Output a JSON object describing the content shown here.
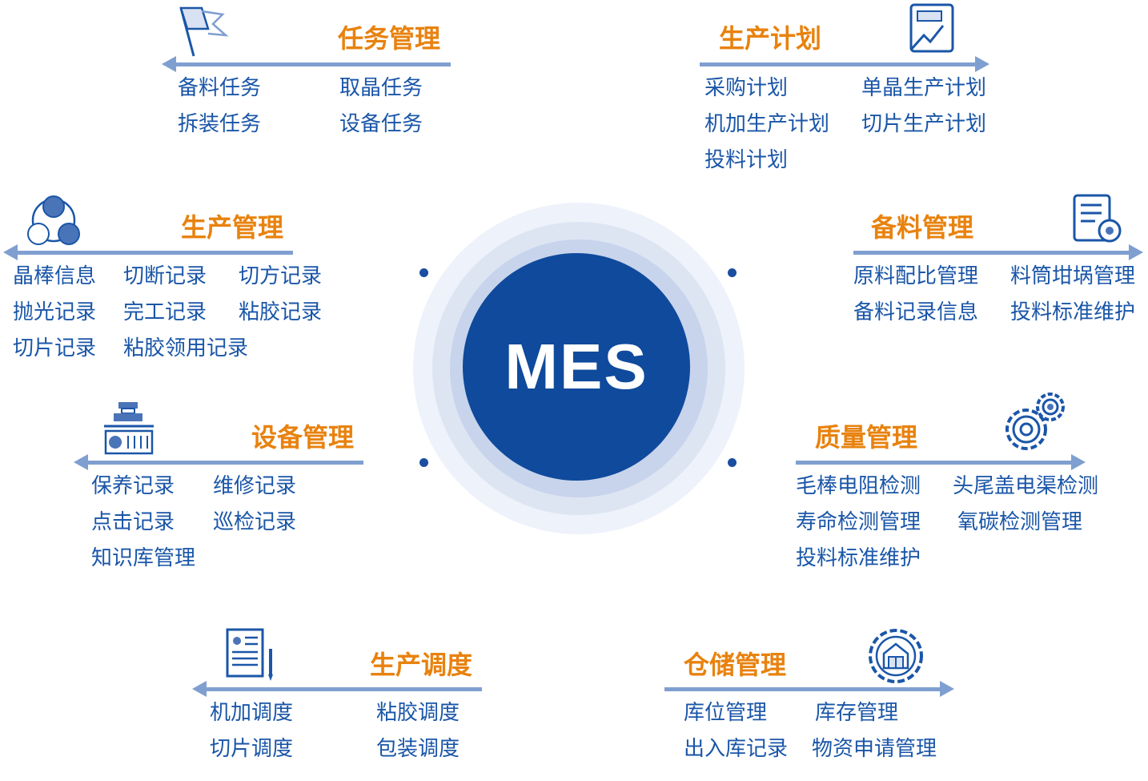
{
  "center": {
    "label": "MES"
  },
  "modules": {
    "task": {
      "title": "任务管理",
      "items": [
        "备料任务",
        "取晶任务",
        "拆装任务",
        "设备任务"
      ]
    },
    "plan": {
      "title": "生产计划",
      "items": [
        "采购计划",
        "单晶生产计划",
        "机加生产计划",
        "切片生产计划",
        "投料计划"
      ]
    },
    "production": {
      "title": "生产管理",
      "items": [
        "晶棒信息",
        "切断记录",
        "切方记录",
        "抛光记录",
        "完工记录",
        "粘胶记录",
        "切片记录",
        "粘胶领用记录"
      ]
    },
    "material": {
      "title": "备料管理",
      "items": [
        "原料配比管理",
        "料筒坩埚管理",
        "备料记录信息",
        "投料标准维护"
      ]
    },
    "equipment": {
      "title": "设备管理",
      "items": [
        "保养记录",
        "维修记录",
        "点击记录",
        "巡检记录",
        "知识库管理"
      ]
    },
    "quality": {
      "title": "质量管理",
      "items": [
        "毛棒电阻检测",
        "头尾盖电渠检测",
        "寿命检测管理",
        "氧碳检测管理",
        "投料标准维护"
      ]
    },
    "dispatch": {
      "title": "生产调度",
      "items": [
        "机加调度",
        "粘胶调度",
        "切片调度",
        "包装调度"
      ]
    },
    "warehouse": {
      "title": "仓储管理",
      "items": [
        "库位管理",
        "库存管理",
        "出入库记录",
        "物资申请管理"
      ]
    }
  },
  "colors": {
    "title": "#e8820e",
    "item": "#1a56a8",
    "arrow": "#7f9fd0",
    "core": "#0f4a9c"
  }
}
